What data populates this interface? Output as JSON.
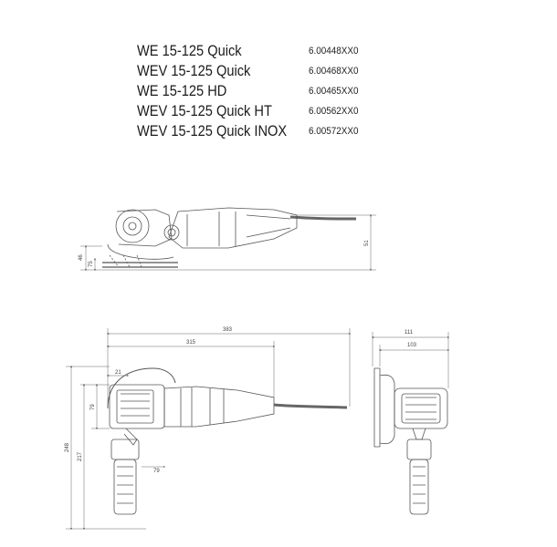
{
  "models": [
    {
      "name": "WE    15-125 Quick",
      "code": "6.00448XX0"
    },
    {
      "name": "WEV 15-125 Quick",
      "code": "6.00468XX0"
    },
    {
      "name": "WE    15-125 HD",
      "code": "6.00465XX0"
    },
    {
      "name": "WEV 15-125 Quick HT",
      "code": "6.00562XX0"
    },
    {
      "name": "WEV 15-125 Quick INOX",
      "code": "6.00572XX0"
    }
  ],
  "dimensions": {
    "side_height_total": "51",
    "side_height_a": "46",
    "side_height_b": "75",
    "top_length_total": "383",
    "top_length_body": "315",
    "top_offset": "21",
    "top_head_height": "79",
    "top_handle_offset": "79",
    "top_height_total": "248",
    "top_height_handle": "217",
    "front_width_total": "111",
    "front_width_body": "103"
  }
}
